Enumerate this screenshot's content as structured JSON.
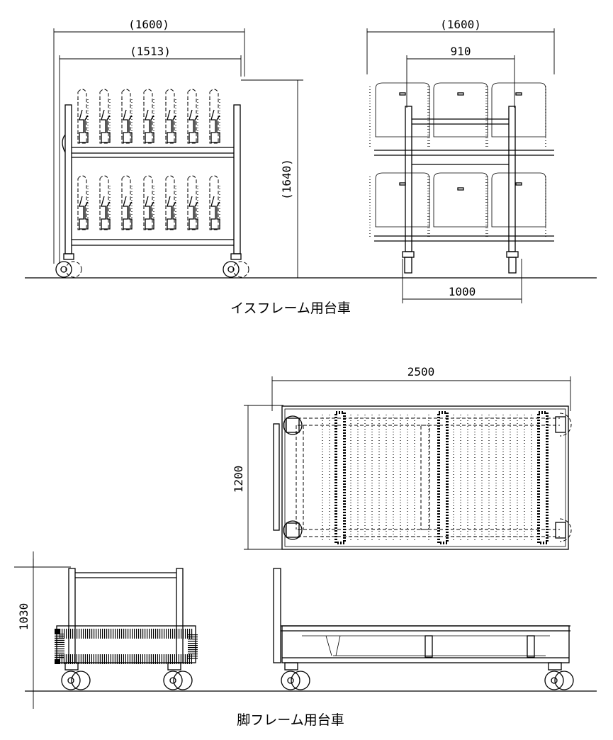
{
  "captions": {
    "chair_cart": "イスフレーム用台車",
    "leg_cart": "脚フレーム用台車"
  },
  "dims": {
    "front_overall": "(1600)",
    "front_inner": "(1513)",
    "front_height": "(1640)",
    "side_overall": "(1600)",
    "side_inner": "910",
    "side_base": "1000",
    "plan_length": "2500",
    "plan_width": "1200",
    "leg_height": "1030"
  }
}
